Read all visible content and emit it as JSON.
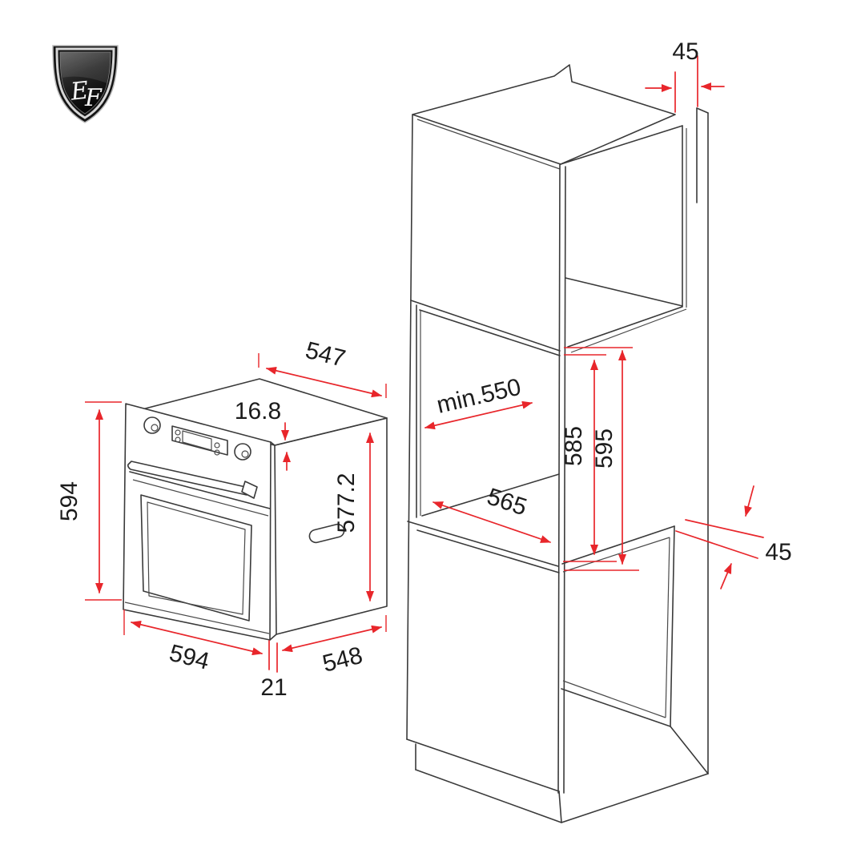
{
  "colors": {
    "dimension_red": "#e8262b",
    "line_black": "#3a3a3a",
    "background": "#ffffff"
  },
  "logo": {
    "monogram_e": "E",
    "monogram_f": "F"
  },
  "oven": {
    "title": "built-in oven isometric view",
    "dims": {
      "top_depth": "547",
      "fascia_lip": "16.8",
      "front_height": "594",
      "body_height": "577.2",
      "front_width": "594",
      "body_depth": "548",
      "fascia_overhang": "21"
    }
  },
  "cabinet": {
    "title": "tall housing cabinet isometric view",
    "dims": {
      "top_rear_gap": "45",
      "min_niche_depth": "min.550",
      "niche_height_inner": "585",
      "niche_height_outer": "595",
      "niche_width": "565",
      "rear_vent_gap": "45"
    }
  }
}
